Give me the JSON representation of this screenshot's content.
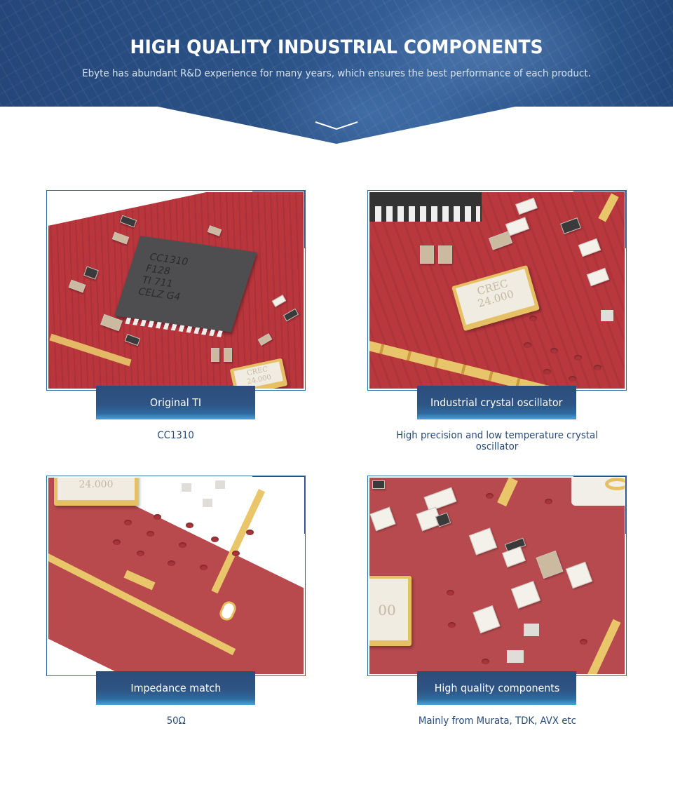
{
  "hero": {
    "title": "HIGH QUALITY INDUSTRIAL COMPONENTS",
    "subtitle": "Ebyte has abundant R&D experience for many years, which ensures the best performance of each product.",
    "scroll_icon": "chevron-down-icon"
  },
  "colors": {
    "hero_blue": "#2b5287",
    "frame_border": "#2c6ca6",
    "corner_accent": "#254a80",
    "label_bg_top": "#2c4d7c",
    "label_bg_bottom": "#46a6d6",
    "desc_text": "#264a7a",
    "pcb_red": "#b8383e",
    "gold": "#e9c66a"
  },
  "features": [
    {
      "label": "Original TI",
      "description": "CC1310",
      "image": "ti-cc1310-chip-on-pcb",
      "chip_marking": [
        "CC1310",
        "F128",
        "TI 711",
        "CELZ G4"
      ],
      "crystal_marking": [
        "CREC",
        "24.000"
      ]
    },
    {
      "label": "Industrial crystal oscillator",
      "description": "High precision and low temperature crystal oscillator",
      "image": "crystal-oscillator-on-pcb",
      "crystal_marking": [
        "CREC",
        "24.000"
      ]
    },
    {
      "label": "Impedance match",
      "description": "50Ω",
      "image": "pcb-antenna-edge",
      "crystal_marking": [
        "24.000"
      ]
    },
    {
      "label": "High quality components",
      "description": "Mainly from Murata, TDK, AVX etc",
      "image": "smd-components-on-pcb",
      "crystal_marking": [
        "00"
      ]
    }
  ]
}
